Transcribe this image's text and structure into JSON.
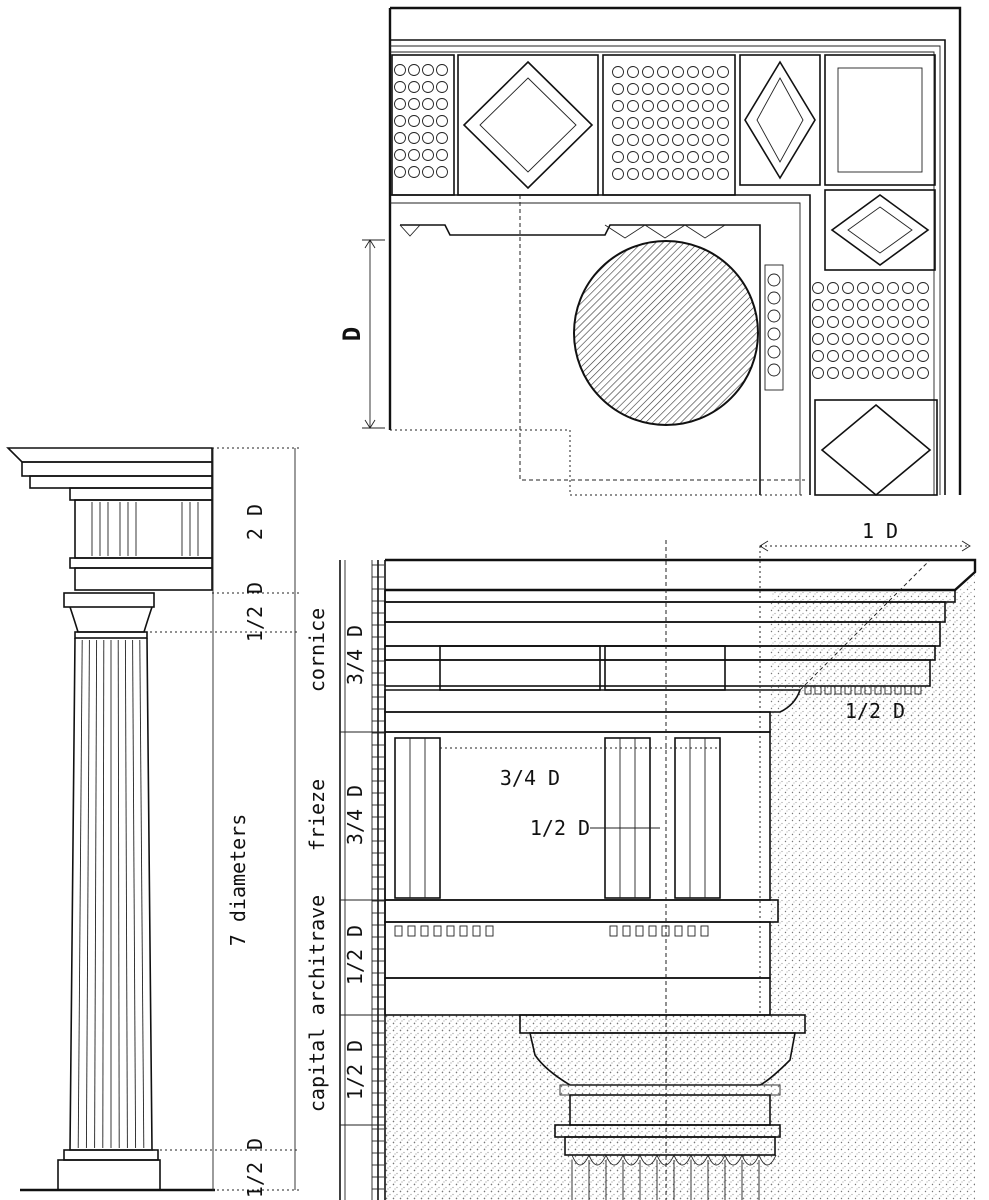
{
  "plan": {
    "diameter_label": "D"
  },
  "column_elevation": {
    "entablature_label": "2 D",
    "capital_label": "1/2 D",
    "shaft_label": "7 diameters",
    "base_label": "1/2 D"
  },
  "detail": {
    "cornice_projection_label": "1 D",
    "cornice_label": "cornice",
    "cornice_height_label": "3/4 D",
    "mutule_label": "1/2 D",
    "frieze_label": "frieze",
    "frieze_height_label": "3/4 D",
    "metope_width_label": "3/4 D",
    "triglyph_width_label": "1/2 D",
    "architrave_label": "architrave",
    "architrave_height_label": "1/2 D",
    "capital_label": "capital",
    "capital_height_label": "1/2 D"
  }
}
